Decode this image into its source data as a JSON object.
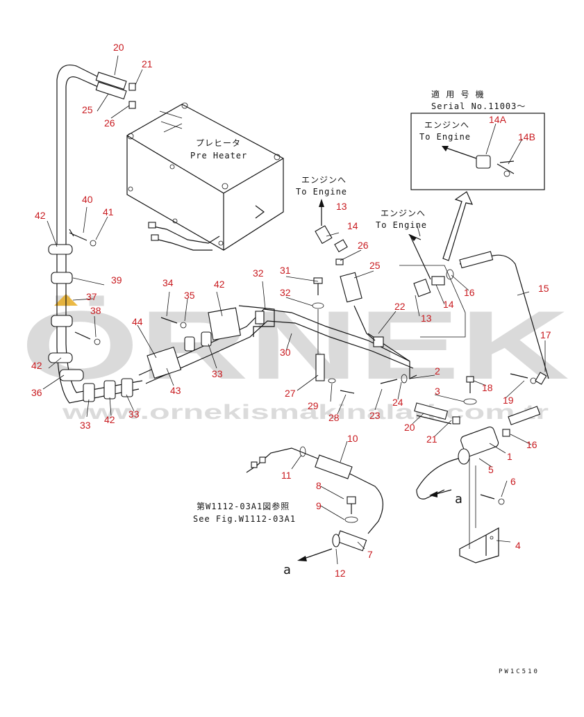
{
  "watermark": {
    "brand": "ÖRNEK",
    "url": "www.ornekismakinalari.com.tr",
    "accent_color": "#e6a817"
  },
  "annotations": {
    "preheater_jp": "プレヒータ",
    "preheater_en": "Pre Heater",
    "to_engine_jp": "エンジンへ",
    "to_engine_en": "To Engine",
    "serial_jp": "適 用 号 機",
    "serial_en": "Serial No.11003〜",
    "see_fig_jp": "第W1112-03A1図参照",
    "see_fig_en": "See Fig.W1112-03A1",
    "arrow_a": "a",
    "drawing_code": "PW1C510"
  },
  "callouts": [
    "20",
    "21",
    "25",
    "26",
    "40",
    "41",
    "42",
    "39",
    "37",
    "38",
    "36",
    "33",
    "44",
    "34",
    "35",
    "43",
    "31",
    "32",
    "30",
    "27",
    "29",
    "28",
    "13",
    "14",
    "26",
    "25",
    "22",
    "23",
    "24",
    "2",
    "3",
    "18",
    "19",
    "17",
    "15",
    "16",
    "10",
    "11",
    "8",
    "9",
    "7",
    "12",
    "1",
    "5",
    "6",
    "4",
    "14A",
    "14B"
  ],
  "colors": {
    "callout": "#c8191e",
    "line": "#111111",
    "watermark": "#bdbdbd"
  }
}
